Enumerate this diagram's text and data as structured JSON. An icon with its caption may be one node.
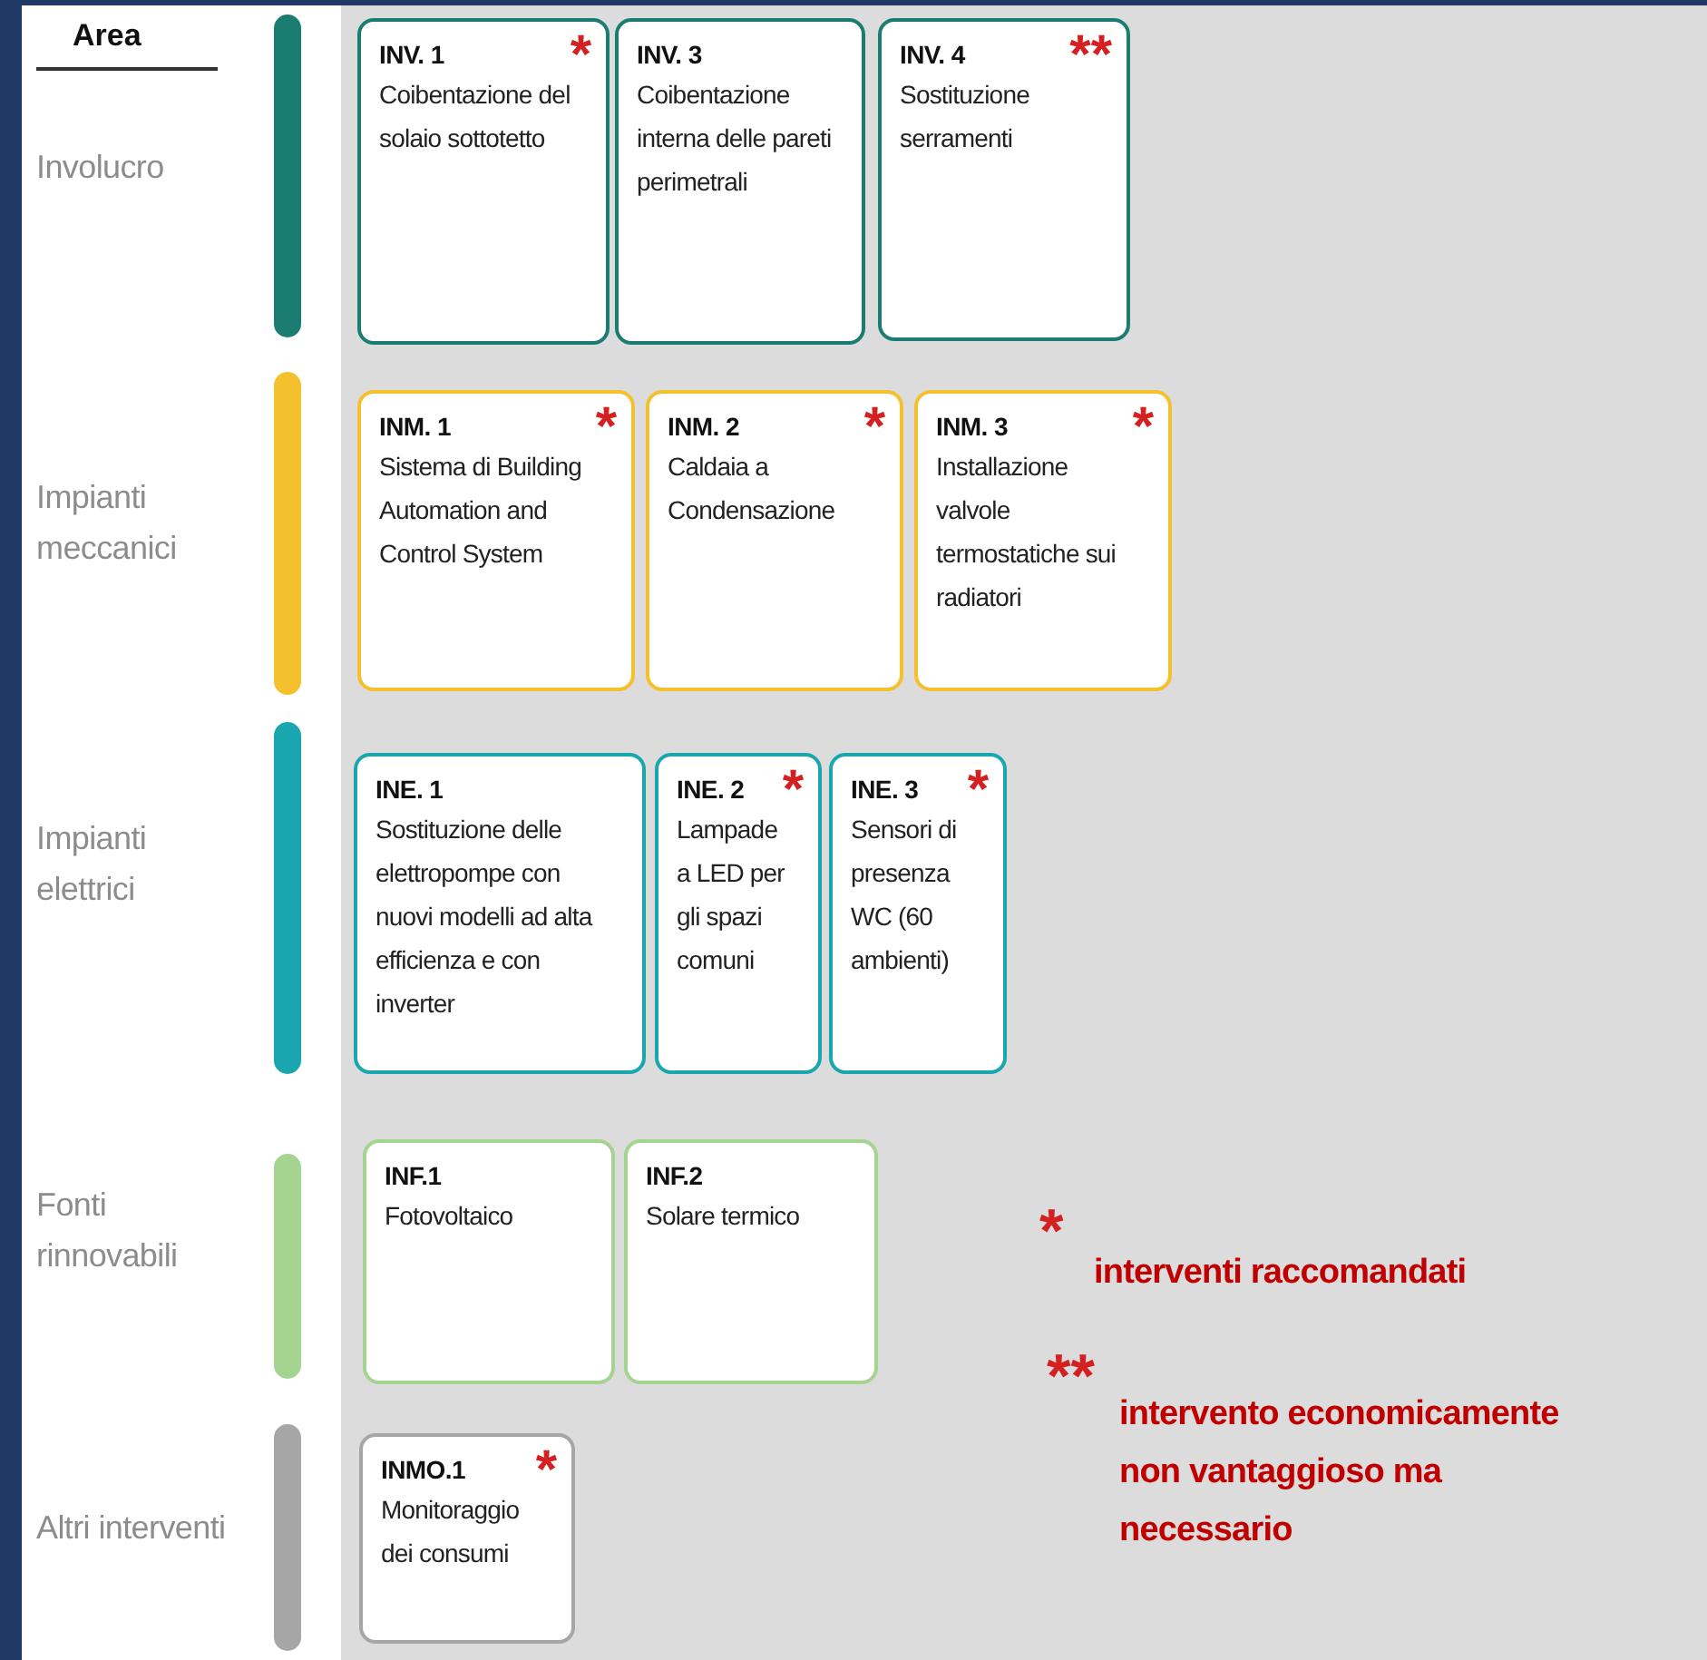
{
  "diagram": {
    "nodes": [
      {
        "text": [],
        "shape": "bar",
        "beside": [
          "Involucro"
        ]
      },
      {
        "text": [
          "INV. 1",
          "*",
          "Coibentazione del solaio sottotetto"
        ]
      },
      {
        "text": [
          "INV. 3",
          "Coibentazione interna delle pareti perimetrali"
        ]
      },
      {
        "text": [
          "INV. 4",
          "**",
          "Sostituzione serramenti"
        ]
      },
      {
        "text": [],
        "shape": "bar",
        "beside": [
          "Impianti meccanici"
        ]
      },
      {
        "text": [
          "INM. 1",
          "*",
          "Sistema di Building Automation and Control System"
        ]
      },
      {
        "text": [
          "INM. 2",
          "*",
          "Caldaia a Condensazione"
        ]
      },
      {
        "text": [
          "INM. 3",
          "*",
          "Installazione valvole termostatiche sui radiatori"
        ]
      },
      {
        "text": [],
        "shape": "bar",
        "beside": [
          "Impianti elettrici"
        ]
      },
      {
        "text": [
          "INE. 1",
          "Sostituzione delle elettropompe con nuovi modelli ad alta efficienza e con inverter"
        ]
      },
      {
        "text": [
          "INE. 2",
          "*",
          "Lampade a LED per gli spazi comuni"
        ]
      },
      {
        "text": [
          "INE. 3",
          "*",
          "Sensori di presenza WC (60 ambienti)"
        ]
      },
      {
        "text": [],
        "shape": "bar",
        "beside": [
          "Fonti rinnovabili"
        ]
      },
      {
        "text": [
          "INF.1",
          "Fotovoltaico"
        ]
      },
      {
        "text": [
          "INF.2",
          "Solare termico"
        ]
      },
      {
        "text": [],
        "shape": "bar",
        "beside": [
          "Altri interventi"
        ]
      },
      {
        "text": [
          "INMO.1",
          "*",
          "Monitoraggio dei consumi"
        ]
      }
    ],
    "labels": [
      "Area",
      "*",
      "interventi raccomandati",
      "**",
      "intervento economicamente non vantaggioso ma necessario"
    ]
  }
}
